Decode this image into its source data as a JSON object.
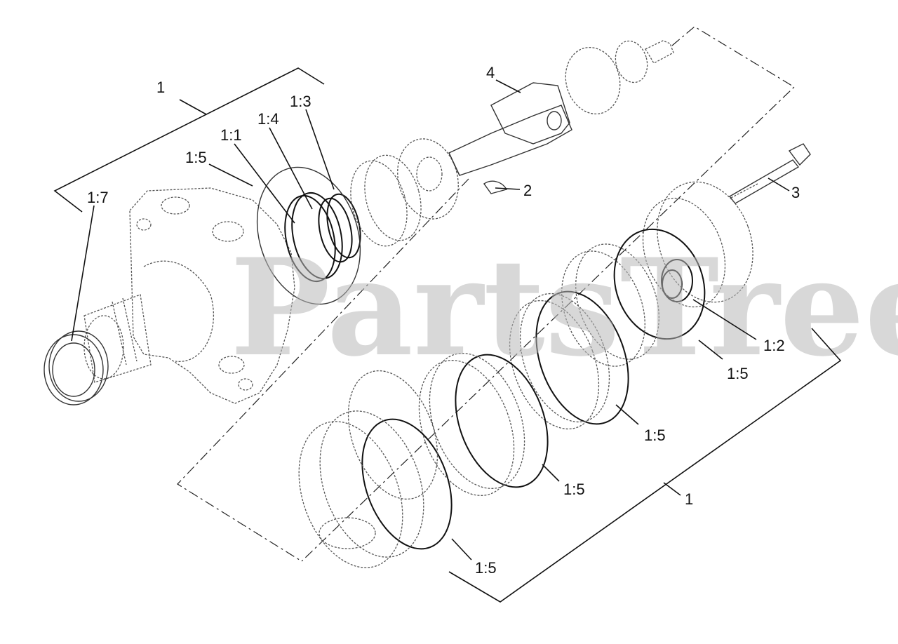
{
  "watermark": "PartsTree",
  "callouts": {
    "c1_top": "1",
    "c1_7": "1:7",
    "c1_5_a": "1:5",
    "c1_1": "1:1",
    "c1_4": "1:4",
    "c1_3": "1:3",
    "c4": "4",
    "c2": "2",
    "c3": "3",
    "c1_2": "1:2",
    "c1_5_b": "1:5",
    "c1_5_c": "1:5",
    "c1_5_d": "1:5",
    "c1_5_e": "1:5",
    "c1_bottom": "1"
  }
}
